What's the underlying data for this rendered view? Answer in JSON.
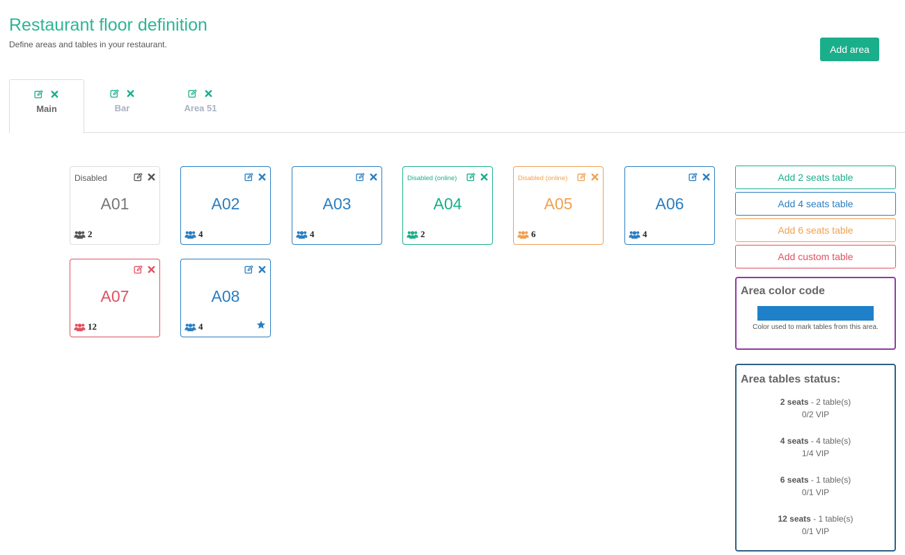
{
  "header": {
    "title": "Restaurant floor definition",
    "subtitle": "Define areas and tables in your restaurant.",
    "add_area_label": "Add area"
  },
  "tabs": [
    {
      "label": "Main",
      "active": true
    },
    {
      "label": "Bar",
      "active": false
    },
    {
      "label": "Area 51",
      "active": false
    }
  ],
  "colors": {
    "teal": "#1aae8a",
    "blue": "#2a7ec1",
    "gray": "#999999",
    "orange": "#f0a050",
    "red": "#e0505f",
    "purple": "#8e3aa0",
    "navy": "#2d5f86",
    "area_color": "#1e80c8"
  },
  "tables": [
    {
      "name": "A01",
      "seats": "2",
      "status": "Disabled",
      "color": "gray",
      "vip": false,
      "icons": [
        "edit-icon",
        "close-icon"
      ]
    },
    {
      "name": "A02",
      "seats": "4",
      "status": "",
      "color": "blue",
      "vip": false,
      "icons": [
        "edit-icon",
        "close-icon"
      ]
    },
    {
      "name": "A03",
      "seats": "4",
      "status": "",
      "color": "blue",
      "vip": false,
      "icons": [
        "edit-icon",
        "close-icon"
      ]
    },
    {
      "name": "A04",
      "seats": "2",
      "status": "Disabled (online)",
      "color": "teal",
      "vip": false,
      "icons": [
        "edit-icon",
        "close-icon"
      ]
    },
    {
      "name": "A05",
      "seats": "6",
      "status": "Disabled (online)",
      "color": "orange",
      "vip": false,
      "icons": [
        "edit-icon",
        "close-icon"
      ]
    },
    {
      "name": "A06",
      "seats": "4",
      "status": "",
      "color": "blue",
      "vip": false,
      "icons": [
        "edit-icon",
        "close-icon"
      ]
    },
    {
      "name": "A07",
      "seats": "12",
      "status": "",
      "color": "red",
      "vip": false,
      "icons": [
        "edit-icon",
        "close-icon"
      ]
    },
    {
      "name": "A08",
      "seats": "4",
      "status": "",
      "color": "blue",
      "vip": true,
      "icons": [
        "edit-icon",
        "close-icon",
        "star-icon"
      ]
    }
  ],
  "sidebar": {
    "buttons": [
      {
        "label": "Add 2 seats table",
        "color": "teal"
      },
      {
        "label": "Add 4 seats table",
        "color": "blue"
      },
      {
        "label": "Add 6 seats table",
        "color": "orange"
      },
      {
        "label": "Add custom table",
        "color": "red"
      }
    ],
    "color_panel": {
      "title": "Area color code",
      "caption": "Color used to mark tables from this area."
    },
    "status_panel": {
      "title": "Area tables status:",
      "rows": [
        {
          "seats": "2 seats",
          "tables": " - 2 table(s)",
          "vip": "0/2 VIP"
        },
        {
          "seats": "4 seats",
          "tables": " - 4 table(s)",
          "vip": "1/4 VIP"
        },
        {
          "seats": "6 seats",
          "tables": " - 1 table(s)",
          "vip": "0/1 VIP"
        },
        {
          "seats": "12 seats",
          "tables": " - 1 table(s)",
          "vip": "0/1 VIP"
        }
      ]
    }
  }
}
